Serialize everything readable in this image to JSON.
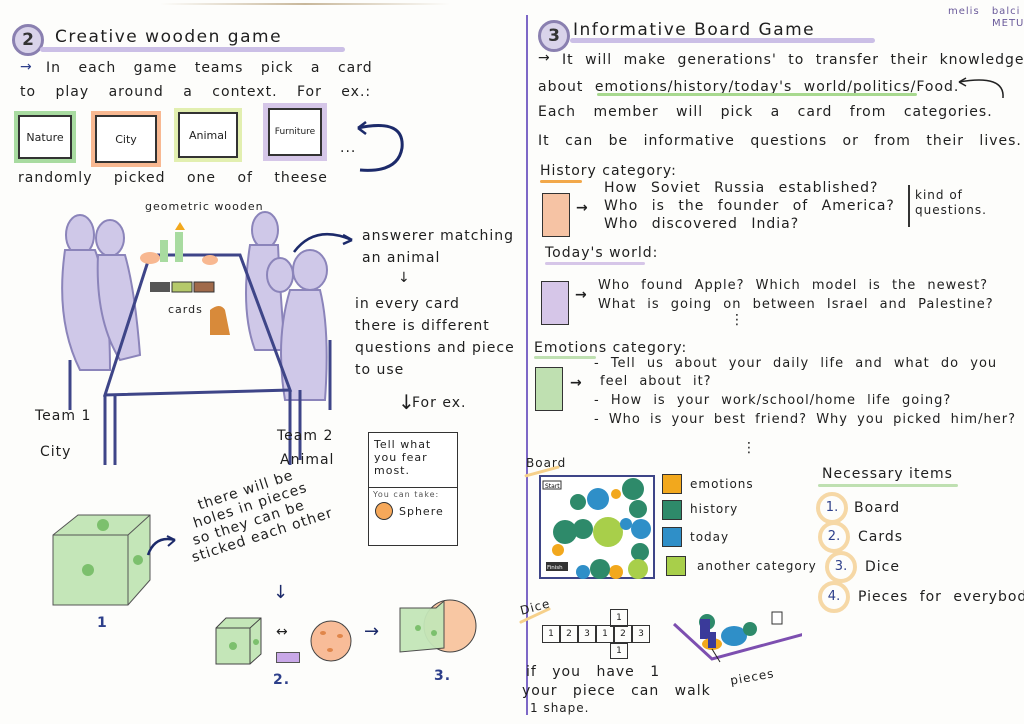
{
  "author": {
    "name": "melis balci",
    "school": "METU"
  },
  "left": {
    "number": "2",
    "title": "Creative wooden game",
    "intro": [
      "In each game teams pick a card",
      "to play around a context. For ex.:"
    ],
    "contexts": [
      {
        "label": "Nature",
        "color": "#8fcf86"
      },
      {
        "label": "City",
        "color": "#f5a77a"
      },
      {
        "label": "Animal",
        "color": "#d9ec9c"
      },
      {
        "label": "Furniture",
        "color": "#c9b6e0"
      }
    ],
    "ellipsis": "...",
    "random_note": "randomly picked one of theese",
    "scene": {
      "geometric_label": "geometric wooden",
      "cards_label": "cards",
      "team1": "Team 1",
      "team1_context": "City",
      "team2": "Team 2",
      "team2_context": "Animal"
    },
    "flow": {
      "answerer": [
        "answerer matching",
        "an animal"
      ],
      "every_card": [
        "in every card",
        "there is different",
        "questions and piece",
        "to use"
      ],
      "for_ex": "For ex."
    },
    "example_card": {
      "question": [
        "Tell what",
        "you fear",
        "most."
      ],
      "take_label": "You can take:",
      "piece": "Sphere"
    },
    "pieces": {
      "note": [
        "there will be",
        "holes in pieces",
        "so they can be",
        "sticked each other"
      ],
      "step1": "1",
      "step2": "2.",
      "step3": "3."
    }
  },
  "right": {
    "number": "3",
    "title": "Informative Board Game",
    "intro": [
      "It will make generations' to transfer their knowledge",
      "about emotions/history/today's world/politics/Food.",
      "Each member will pick a card from categories.",
      "It can be informative questions or from their lives."
    ],
    "categories": [
      {
        "heading": "History category:",
        "color": "#f6c3a4",
        "questions": [
          "How Soviet Russia established?",
          "Who is the founder of America?",
          "Who discovered India?"
        ],
        "note": [
          "kind of",
          "questions."
        ]
      },
      {
        "heading": "Today's world:",
        "color": "#d6c6e8",
        "questions": [
          "Who found Apple? Which model is the newest?",
          "What is going on between Israel and Palestine?"
        ]
      },
      {
        "heading": "Emotions category:",
        "color": "#bfe0b1",
        "questions": [
          "- Tell us about your daily life and what do you",
          "feel about it?",
          "- How is your work/school/home life going?",
          "- Who is your best friend? Why you picked him/her?"
        ]
      }
    ],
    "more": "⋮",
    "board": {
      "label": "Board",
      "start": "Start",
      "finish": "Finish",
      "legend": [
        {
          "label": "emotions",
          "color": "#f2a81d"
        },
        {
          "label": "history",
          "color": "#2e8a6a"
        },
        {
          "label": "today",
          "color": "#2f8fc8"
        },
        {
          "label": "another category",
          "color": "#a8cf4a"
        }
      ]
    },
    "dice": {
      "label": "Dice",
      "net_top": "1",
      "net_row": [
        "1",
        "2",
        "3",
        "1",
        "2",
        "3"
      ],
      "net_bottom": "1",
      "rule": [
        "if you have 1",
        "your piece can walk",
        "1 shape."
      ],
      "pieces_label": "pieces"
    },
    "necessary": {
      "title": "Necessary items",
      "items": [
        {
          "num": "1.",
          "label": "Board"
        },
        {
          "num": "2.",
          "label": "Cards"
        },
        {
          "num": "3.",
          "label": "Dice"
        },
        {
          "num": "4.",
          "label": "Pieces for everybody"
        }
      ]
    }
  }
}
